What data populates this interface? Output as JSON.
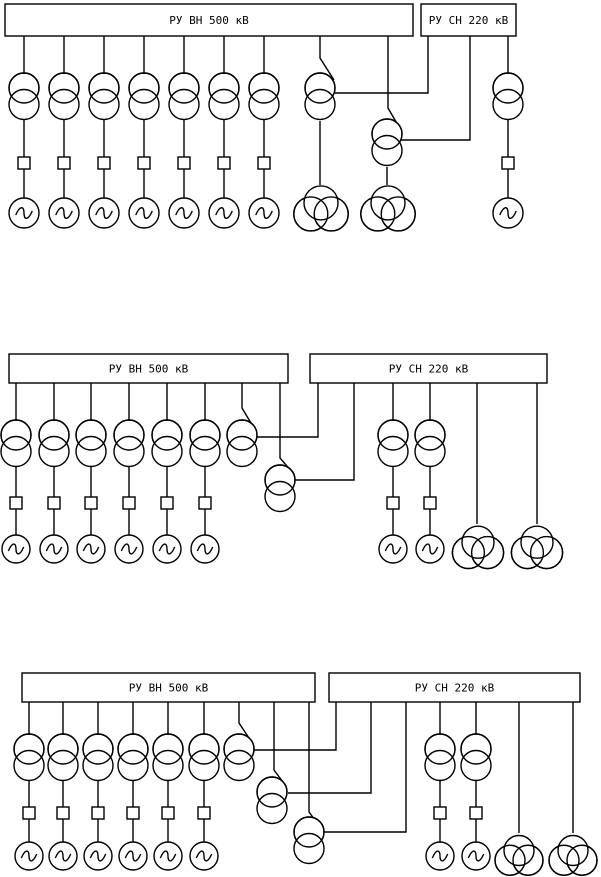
{
  "schemes": [
    {
      "bus_vn_label": "РУ ВН 500 кВ",
      "bus_sn_label": "РУ СН 220 кВ"
    },
    {
      "bus_vn_label": "РУ ВН 500 кВ",
      "bus_sn_label": "РУ СН 220 кВ"
    },
    {
      "bus_vn_label": "РУ ВН 500 кВ",
      "bus_sn_label": "РУ СН 220 кВ"
    }
  ],
  "symbols": {
    "generator_glyph": "~"
  }
}
